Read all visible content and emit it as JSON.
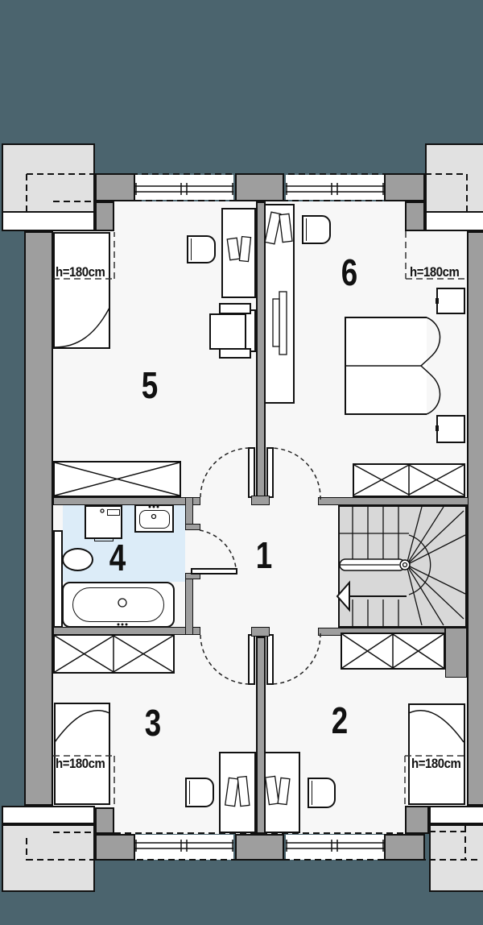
{
  "plan": {
    "type": "floor-plan",
    "rooms": [
      {
        "number": "1"
      },
      {
        "number": "2"
      },
      {
        "number": "3"
      },
      {
        "number": "4"
      },
      {
        "number": "5"
      },
      {
        "number": "6"
      }
    ],
    "annotations": {
      "height_note": "h=180cm"
    },
    "palette": {
      "background": "#4b646e",
      "wall": "#9e9e9e",
      "room_floor": "#f7f7f7",
      "bathroom_floor": "#dcecf8",
      "stairs_floor": "#d8d8d8",
      "chimney": "#e1e1e1",
      "line": "#111111"
    }
  }
}
